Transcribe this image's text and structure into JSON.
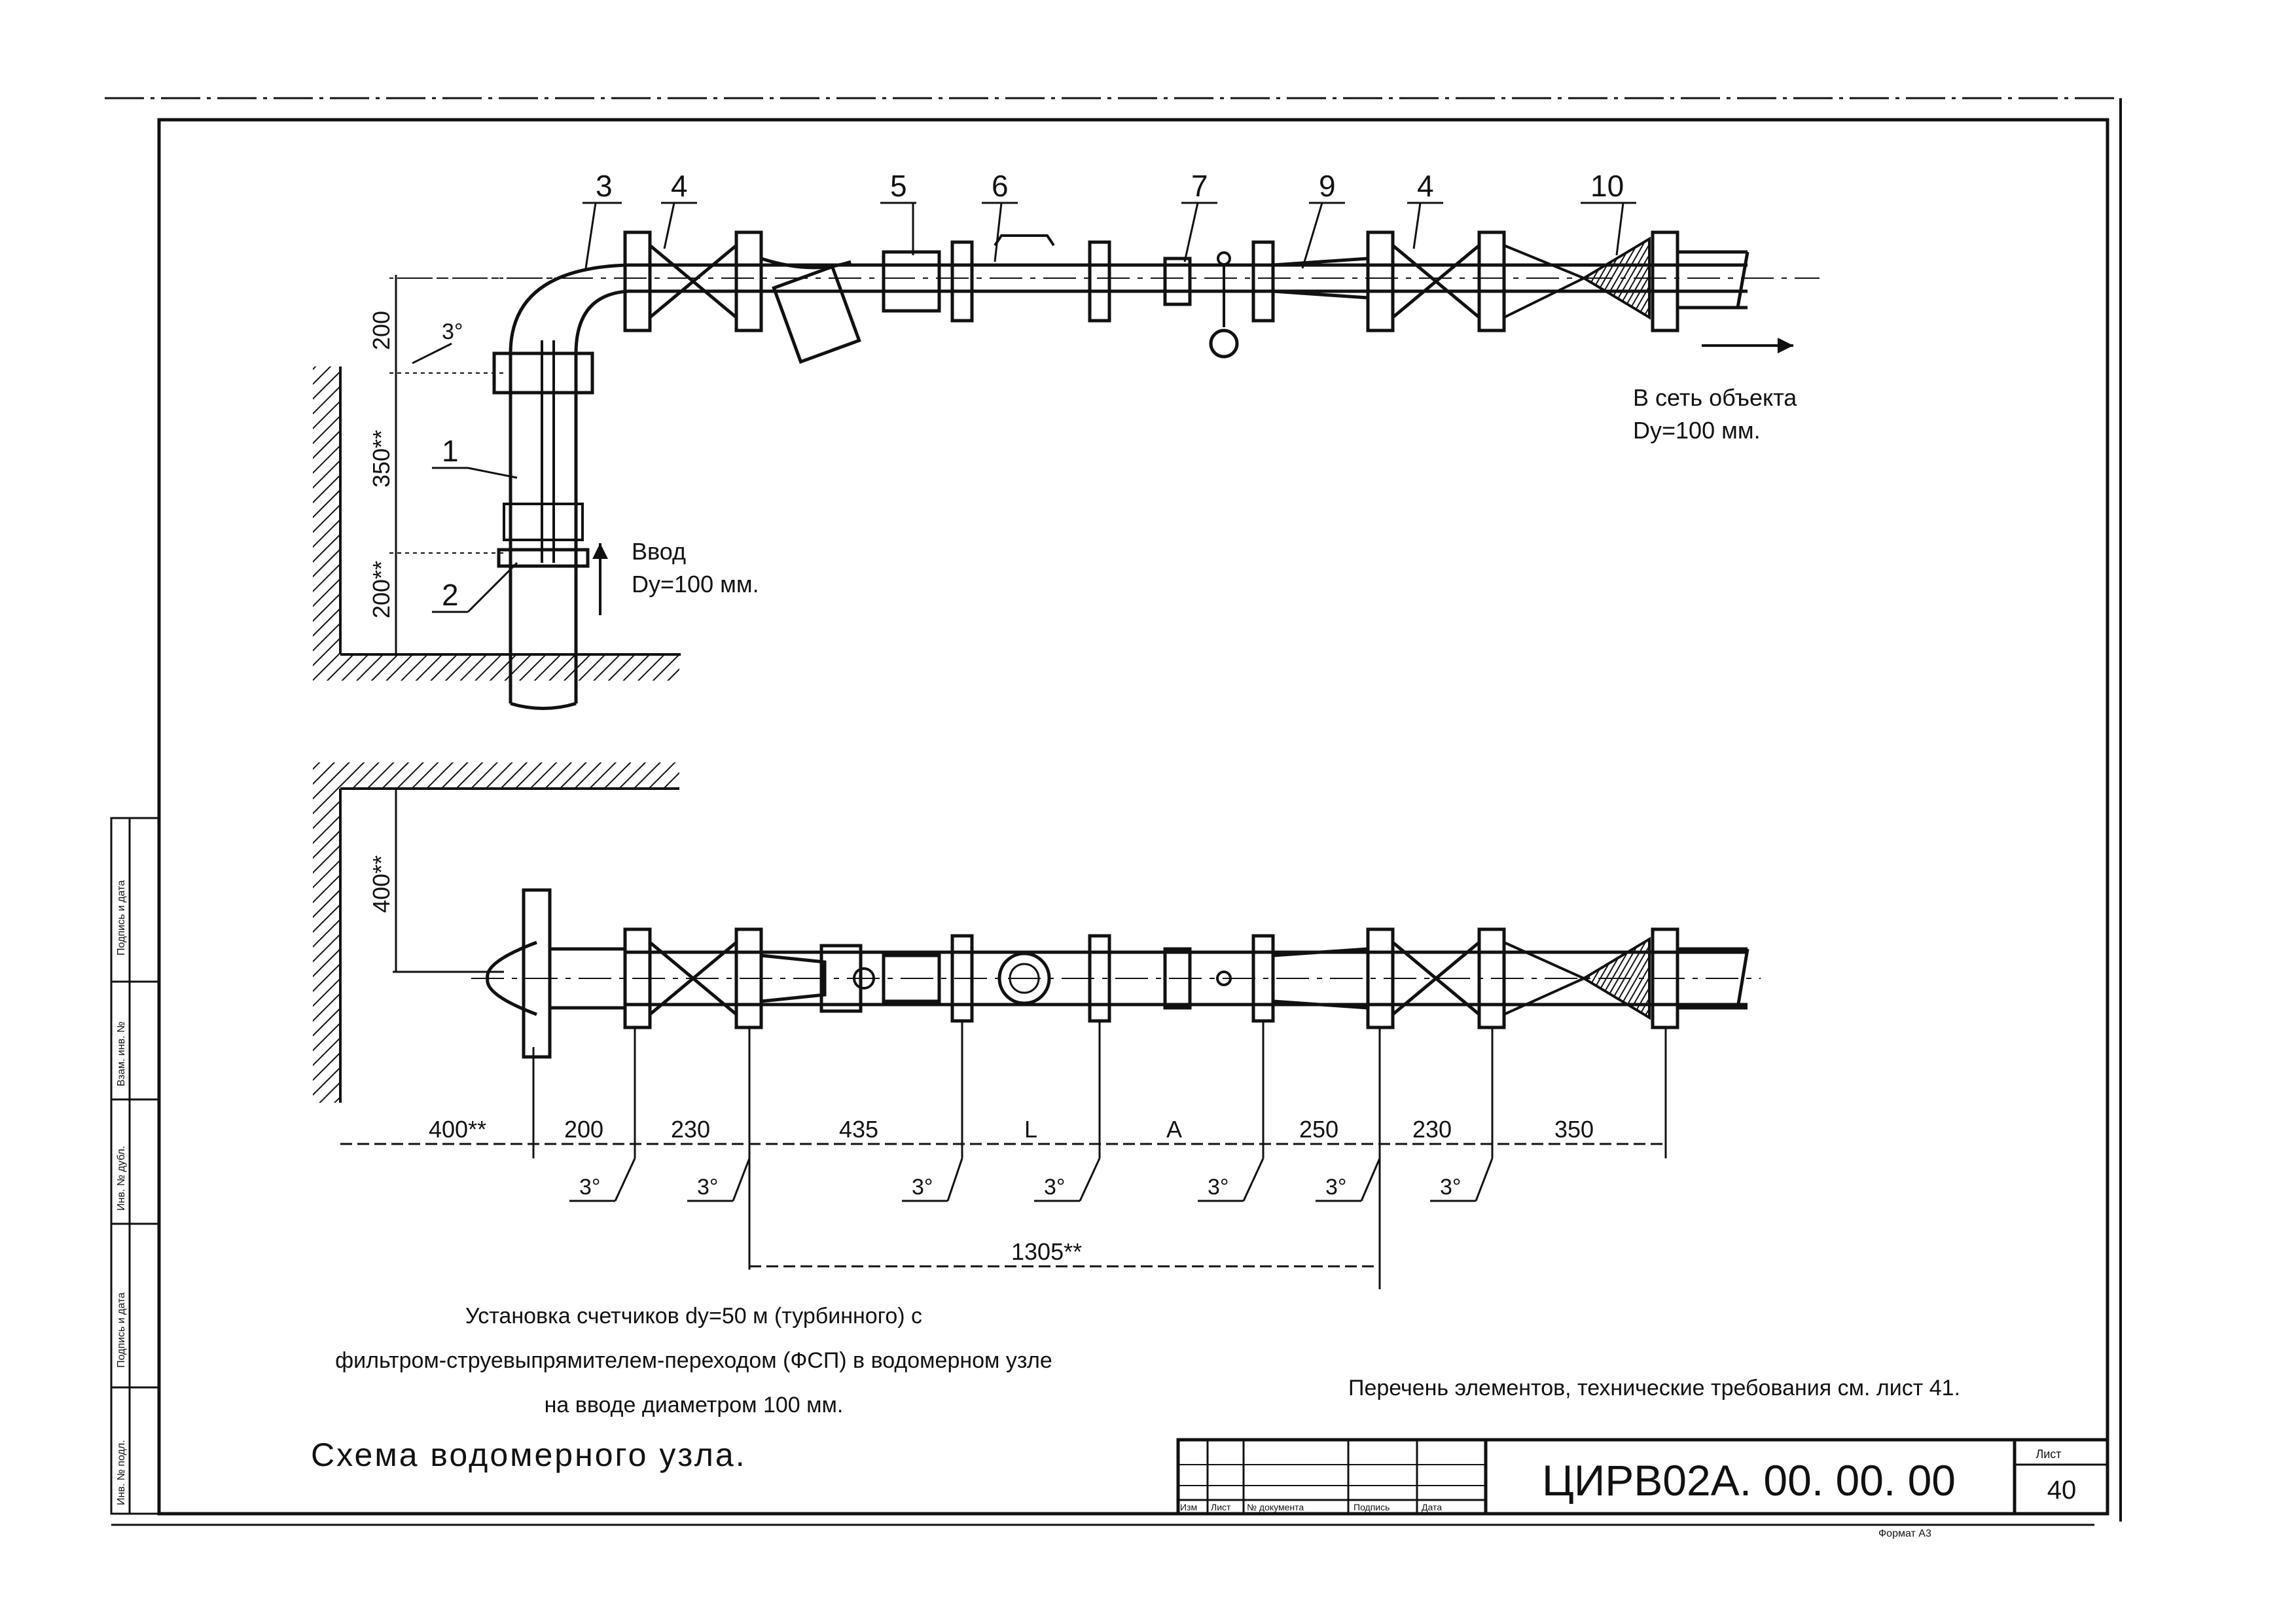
{
  "callouts": {
    "n1": "1",
    "n2": "2",
    "n3": "3",
    "n4a": "4",
    "n5": "5",
    "n6": "6",
    "n7": "7",
    "n9": "9",
    "n4b": "4",
    "n10": "10"
  },
  "elevation_dims": {
    "d200_top": "200",
    "d350": "350**",
    "d200_bot": "200**",
    "angle": "3°"
  },
  "plan_dims": {
    "d400_vert": "400**",
    "seg": [
      "400**",
      "200",
      "230",
      "435",
      "L",
      "A",
      "250",
      "230",
      "350"
    ],
    "angle": "3°",
    "total": "1305**"
  },
  "inlet": {
    "line1": "Ввод",
    "line2": "Dy=100 мм."
  },
  "outlet": {
    "line1": "В сеть объекта",
    "line2": "Dy=100 мм."
  },
  "caption": {
    "line1": "Установка счетчиков dy=50 м (турбинного) с",
    "line2": "фильтром-струевыпрямителем-переходом (ФСП) в водомерном узле",
    "line3": "на вводе диаметром 100 мм."
  },
  "title": "Схема водомерного узла.",
  "note": "Перечень элементов, технические требования см. лист 41.",
  "stamp": {
    "code": "ЦИРВ02А. 00. 00. 00",
    "sheet_label": "Лист",
    "sheet_no": "40",
    "cols": [
      "Изм",
      "Лист",
      "№ документа",
      "Подпись",
      "Дата"
    ],
    "format": "Формат А3"
  },
  "side_strip": [
    "Подпись и дата",
    "Взам. инв. №",
    "Инв. № дубл.",
    "Подпись и дата",
    "Инв. № подл."
  ],
  "colors": {
    "ink": "#111111",
    "paper": "#ffffff"
  }
}
